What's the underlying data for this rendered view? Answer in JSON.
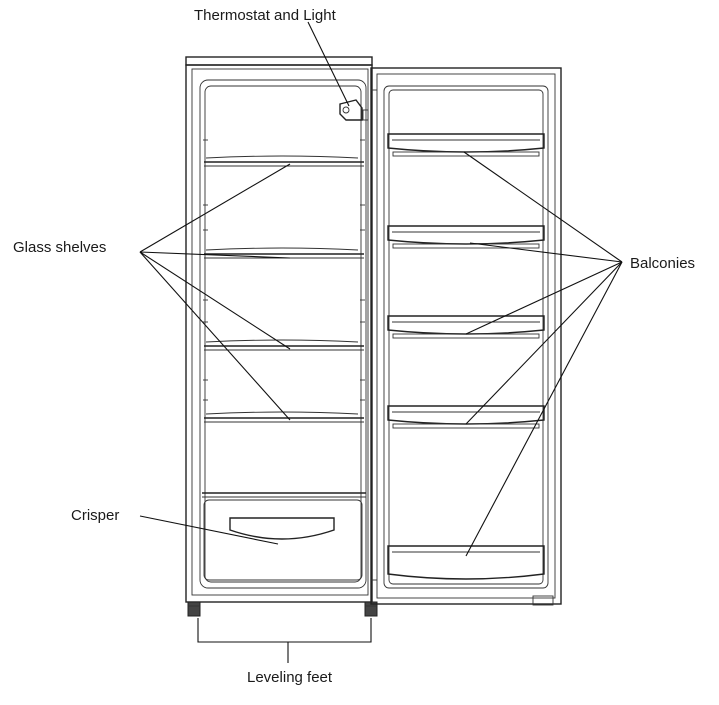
{
  "labels": {
    "thermostat": "Thermostat and Light",
    "glass_shelves": "Glass shelves",
    "balconies": "Balconies",
    "crisper": "Crisper",
    "leveling_feet": "Leveling feet"
  },
  "colors": {
    "line": "#222222",
    "background": "#ffffff"
  }
}
